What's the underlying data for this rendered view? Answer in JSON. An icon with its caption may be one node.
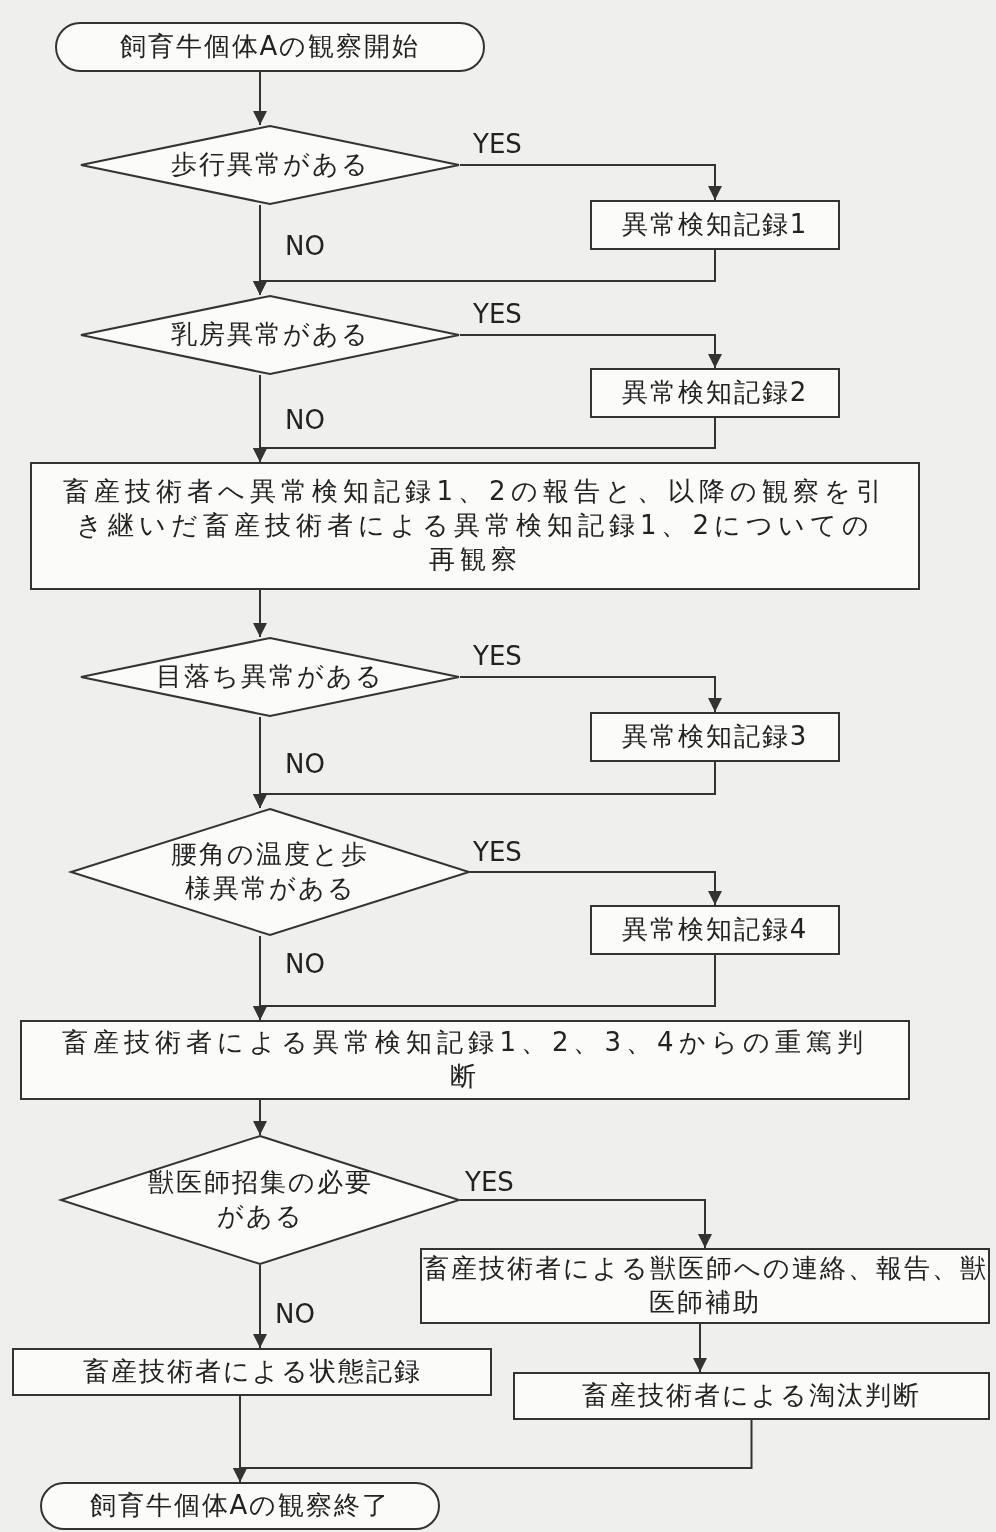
{
  "diagram": {
    "nodes": [
      {
        "text": [
          "飼育牛個体Aの観察開始"
        ]
      },
      {
        "text": [
          "歩行異常がある"
        ]
      },
      {
        "text": [
          "異常検知記録1"
        ]
      },
      {
        "text": [
          "乳房異常がある"
        ]
      },
      {
        "text": [
          "異常検知記録2"
        ]
      },
      {
        "text": [
          "畜産技術者へ異常検知記録1、2の報告と、以降の観察を引き継いだ畜産技術者による異常検知記録1、2についての再観察"
        ]
      },
      {
        "text": [
          "目落ち異常がある"
        ]
      },
      {
        "text": [
          "異常検知記録3"
        ]
      },
      {
        "text": [
          "腰角の温度と歩様異常がある"
        ]
      },
      {
        "text": [
          "異常検知記録4"
        ]
      },
      {
        "text": [
          "畜産技術者による異常検知記録1、2、3、4からの重篤判断"
        ]
      },
      {
        "text": [
          "獣医師招集の必要がある"
        ]
      },
      {
        "text": [
          "畜産技術者による獣医師への連絡、報告、獣医師補助"
        ]
      },
      {
        "text": [
          "畜産技術者による状態記録"
        ]
      },
      {
        "text": [
          "畜産技術者による淘汰判断"
        ]
      },
      {
        "text": [
          "飼育牛個体Aの観察終了"
        ]
      }
    ],
    "edges": [
      {
        "from": 0,
        "to": 1,
        "arrow": "to"
      },
      {
        "from": 1,
        "to": 2,
        "arrow": "to",
        "label": "YES"
      },
      {
        "from": 1,
        "to": 3,
        "arrow": "to",
        "label": "NO"
      },
      {
        "from": 2,
        "to": 3,
        "arrow": "to"
      },
      {
        "from": 3,
        "to": 4,
        "arrow": "to",
        "label": "YES"
      },
      {
        "from": 3,
        "to": 5,
        "arrow": "to",
        "label": "NO"
      },
      {
        "from": 4,
        "to": 5,
        "arrow": "to"
      },
      {
        "from": 5,
        "to": 6,
        "arrow": "to"
      },
      {
        "from": 6,
        "to": 7,
        "arrow": "to",
        "label": "YES"
      },
      {
        "from": 6,
        "to": 8,
        "arrow": "to",
        "label": "NO"
      },
      {
        "from": 7,
        "to": 8,
        "arrow": "to"
      },
      {
        "from": 8,
        "to": 9,
        "arrow": "to",
        "label": "YES"
      },
      {
        "from": 8,
        "to": 10,
        "arrow": "to",
        "label": "NO"
      },
      {
        "from": 9,
        "to": 10,
        "arrow": "to"
      },
      {
        "from": 10,
        "to": 11,
        "arrow": "to"
      },
      {
        "from": 11,
        "to": 12,
        "arrow": "to",
        "label": "YES"
      },
      {
        "from": 11,
        "to": 13,
        "arrow": "to",
        "label": "NO"
      },
      {
        "from": 12,
        "to": 14,
        "arrow": "to"
      },
      {
        "from": 13,
        "to": 15,
        "arrow": "to"
      },
      {
        "from": 14,
        "to": 15,
        "arrow": "to"
      }
    ]
  }
}
